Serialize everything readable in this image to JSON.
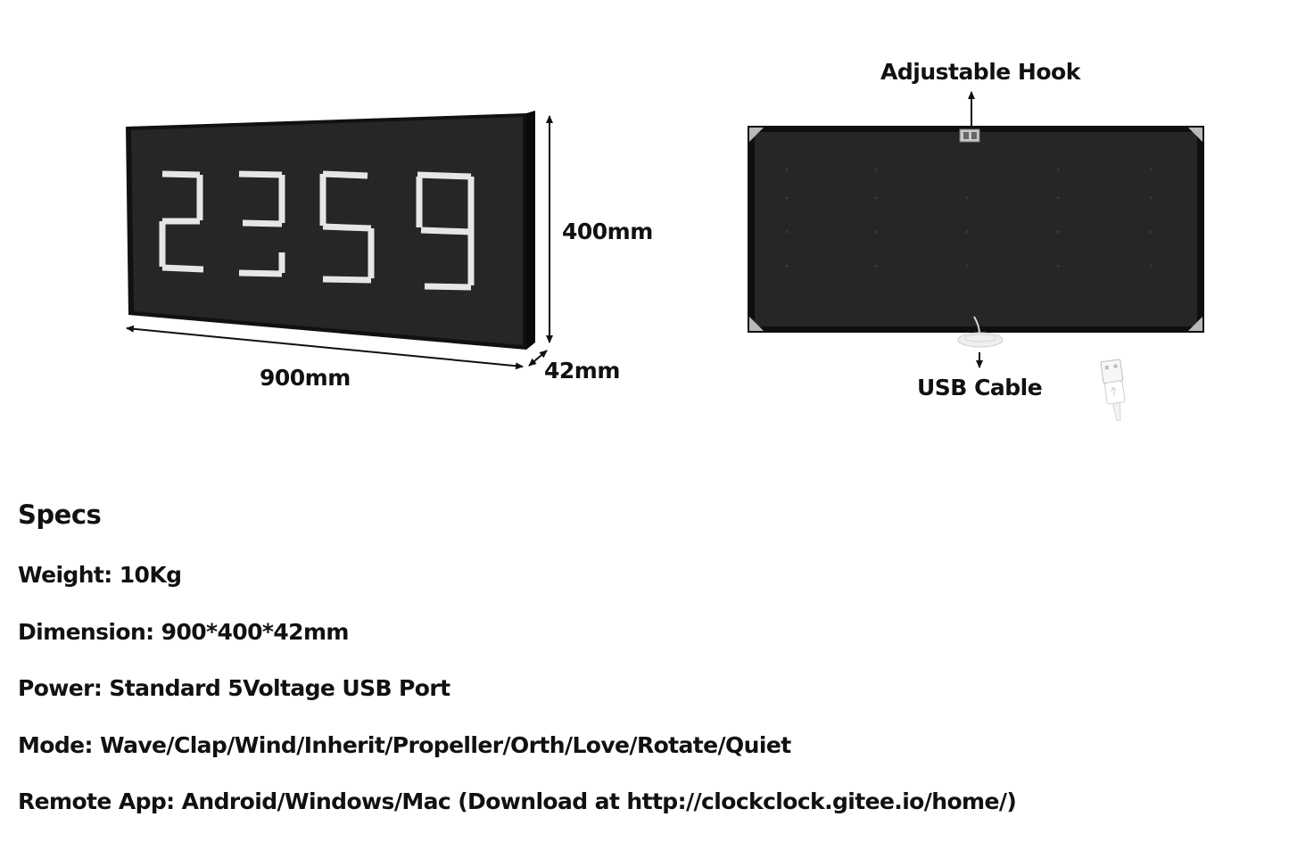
{
  "front_view": {
    "clock_digits": [
      "2",
      "3",
      "5",
      "9"
    ],
    "height_label": "400mm",
    "width_label": "900mm",
    "depth_label": "42mm"
  },
  "back_view": {
    "hook_label": "Adjustable Hook",
    "usb_label": "USB Cable"
  },
  "specs": {
    "title": "Specs",
    "weight": "Weight: 10Kg",
    "dimension": "Dimension: 900*400*42mm",
    "power": "Power: Standard 5Voltage USB Port",
    "mode": "Mode: Wave/Clap/Wind/Inherit/Propeller/Orth/Love/Rotate/Quiet",
    "remote_app": "Remote App: Android/Windows/Mac (Download at http://clockclock.gitee.io/home/)"
  },
  "colors": {
    "panel": "#262626",
    "frame": "#0e0e0e",
    "digit_segment": "#e6e6e6",
    "corner_bracket": "#b9b9b9"
  },
  "icons": {
    "usb_plug": "usb-plug-icon",
    "hook": "hook-icon"
  }
}
